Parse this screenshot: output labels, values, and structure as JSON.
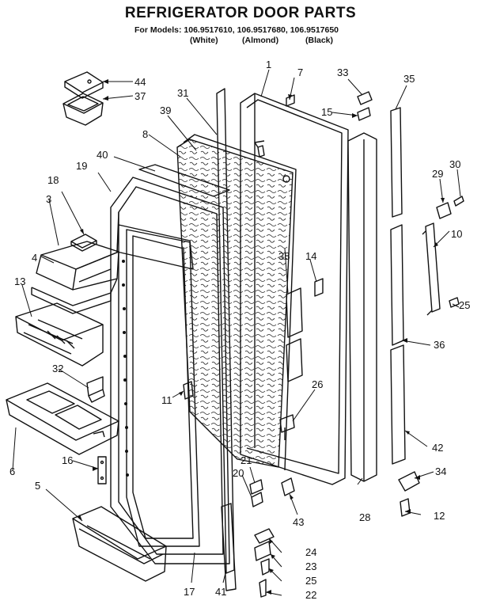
{
  "title": "REFRIGERATOR DOOR PARTS",
  "models_line": "For Models: 106.9517610, 106.9517680, 106.9517650",
  "variants": [
    "(White)",
    "(Almond)",
    "(Black)"
  ],
  "part_labels": [
    "1",
    "3",
    "4",
    "5",
    "6",
    "7",
    "8",
    "10",
    "11",
    "12",
    "13",
    "14",
    "15",
    "16",
    "17",
    "18",
    "19",
    "20",
    "21",
    "22",
    "23",
    "24",
    "25",
    "25",
    "26",
    "28",
    "29",
    "30",
    "31",
    "32",
    "33",
    "34",
    "35",
    "36",
    "37",
    "38",
    "39",
    "40",
    "41",
    "42",
    "43",
    "44"
  ]
}
